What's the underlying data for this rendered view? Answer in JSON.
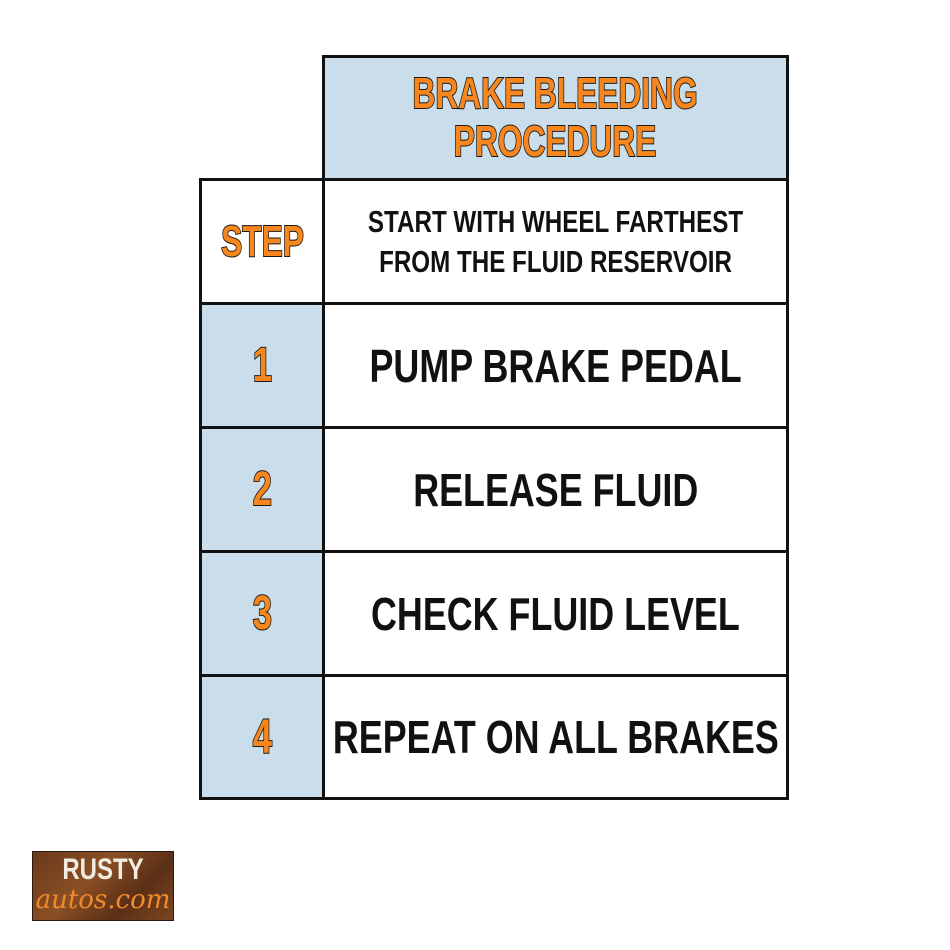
{
  "title": {
    "line1": "BRAKE BLEEDING",
    "line2": "PROCEDURE"
  },
  "step_header": {
    "label": "STEP",
    "text_line1": "START WITH WHEEL FARTHEST",
    "text_line2": "FROM THE FLUID RESERVOIR"
  },
  "steps": [
    {
      "number": "1",
      "text": "PUMP BRAKE PEDAL"
    },
    {
      "number": "2",
      "text": "RELEASE FLUID"
    },
    {
      "number": "3",
      "text": "CHECK FLUID LEVEL"
    },
    {
      "number": "4",
      "text": "REPEAT ON ALL BRAKES"
    }
  ],
  "logo": {
    "line1": "RUSTY",
    "line2": "autos.com"
  },
  "colors": {
    "accent_orange": "#f7861e",
    "cell_blue": "#c9deea",
    "border": "#111111"
  }
}
